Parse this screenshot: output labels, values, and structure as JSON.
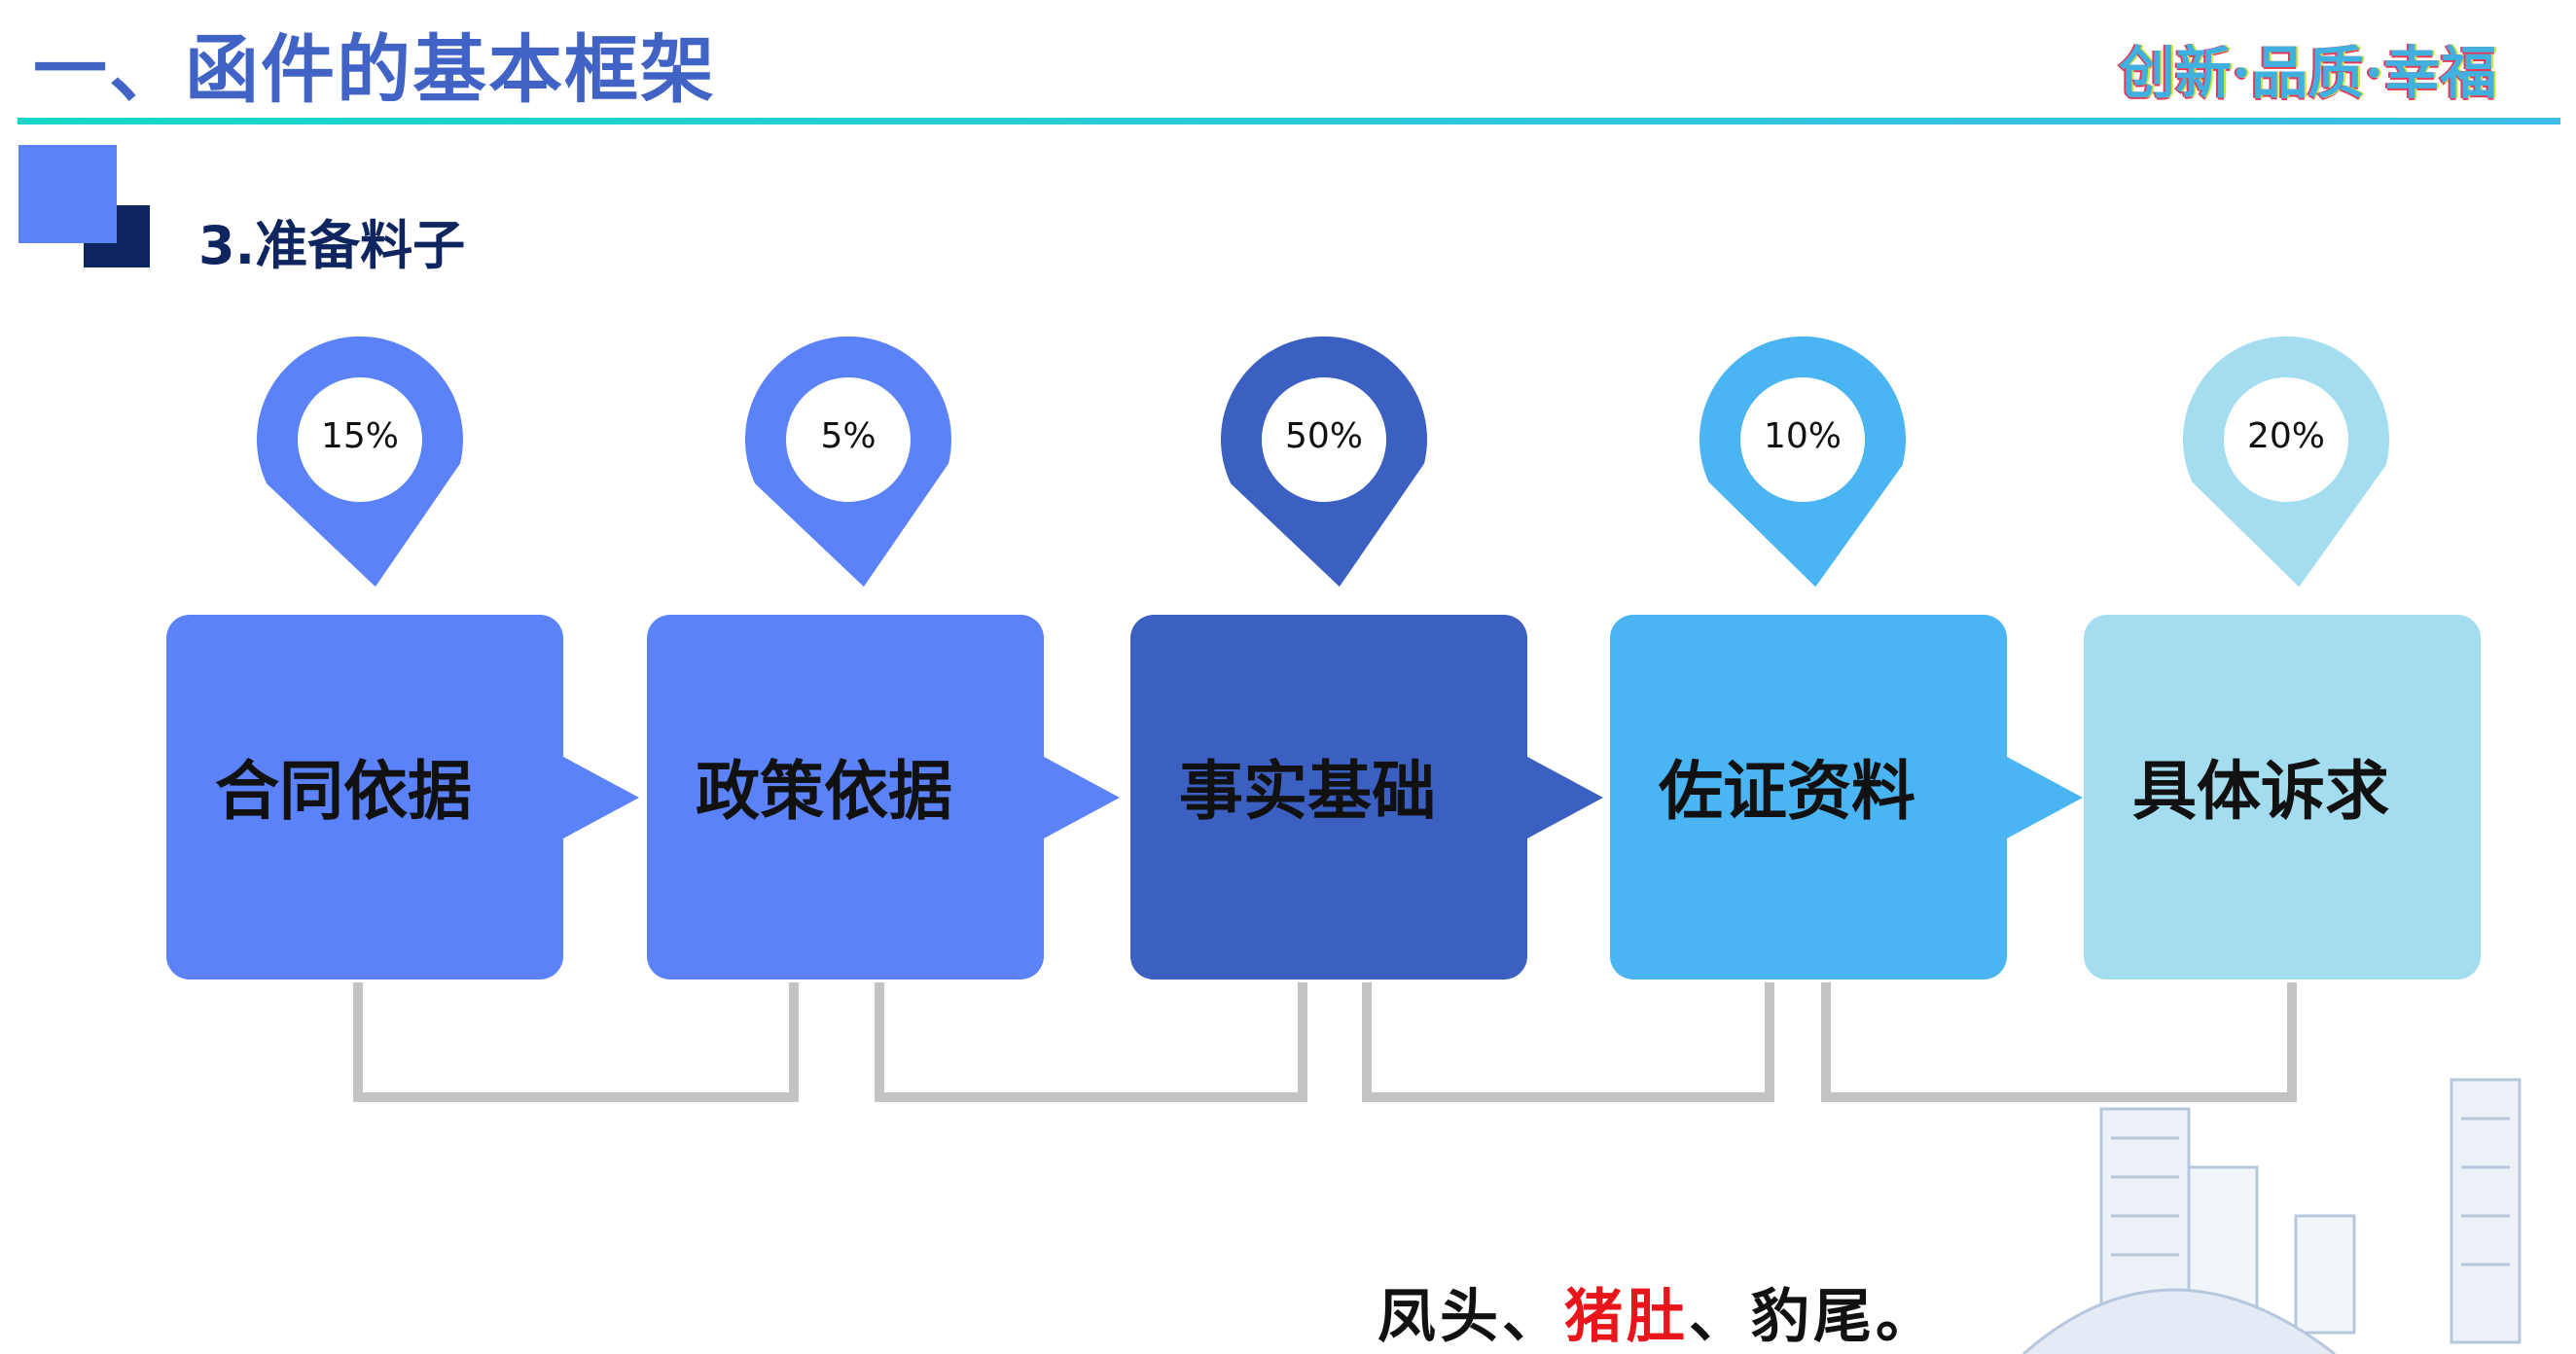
{
  "header": {
    "title": "一、函件的基本框架",
    "slogan": "创新·品质·幸福"
  },
  "section": {
    "subtitle": "3.准备料子"
  },
  "steps": [
    {
      "label": "合同依据",
      "percent": "15%",
      "color": "#5b82f8"
    },
    {
      "label": "政策依据",
      "percent": "5%",
      "color": "#5b82f8"
    },
    {
      "label": "事实基础",
      "percent": "50%",
      "color": "#3c5fc2"
    },
    {
      "label": "佐证资料",
      "percent": "10%",
      "color": "#4ab5f2"
    },
    {
      "label": "具体诉求",
      "percent": "20%",
      "color": "#a4dcf0"
    }
  ],
  "motto": {
    "part1": "凤头、",
    "highlight": "猪肚",
    "part2": "、豹尾。",
    "highlight_color": "#e8151b"
  }
}
